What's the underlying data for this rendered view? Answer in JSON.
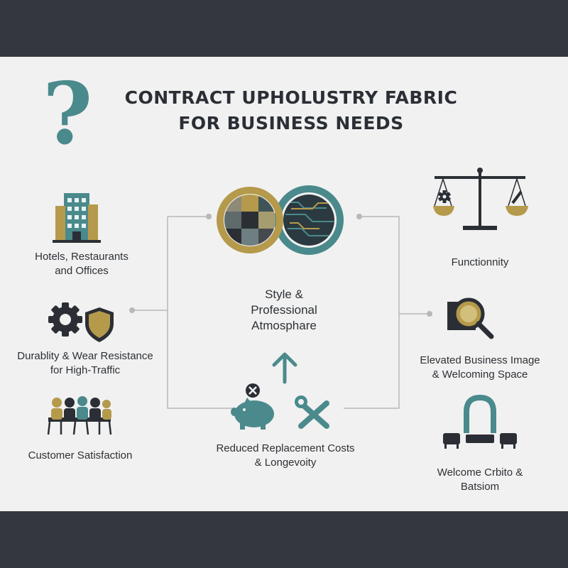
{
  "title": {
    "line1": "CONTRACT UPHOLUSTRY FABRIC",
    "line2": "FOR BUSINESS NEEDS"
  },
  "question_mark": "?",
  "left": [
    {
      "line1": "Hotels, Restaurants",
      "line2": "and Offices",
      "icon": "hotel-building-icon"
    },
    {
      "line1": "Durablity & Wear Resistance",
      "line2": "for High-Traffic",
      "icon": "gear-shield-icon"
    },
    {
      "line1": "Customer Satisfaction",
      "line2": "",
      "icon": "meeting-people-icon"
    }
  ],
  "center": {
    "line1": "Style &",
    "line2": "Professional",
    "line3": "Atmosphare",
    "icon": "fabric-swatch-rings-icon"
  },
  "bottom": {
    "line1": "Reduced Replacement Costs",
    "line2": "& Longevoity",
    "icons": [
      "arrow-up-icon",
      "piggy-bank-icon",
      "wrench-screwdriver-icon"
    ]
  },
  "right": [
    {
      "line1": "Functionnity",
      "line2": "",
      "icon": "balance-scale-icon"
    },
    {
      "line1": "Elevated Business Image",
      "line2": "& Welcoming Space",
      "icon": "magnifier-icon"
    },
    {
      "line1": "Welcome Crbito &",
      "line2": "Batsiom",
      "icon": "lounge-arch-icon"
    }
  ],
  "colors": {
    "frame": "#34383e",
    "background": "#f1f1f1",
    "gold": "#b59a4b",
    "teal": "#4a8a8c",
    "dark": "#2b2f35",
    "connector": "#b8b8b8"
  }
}
